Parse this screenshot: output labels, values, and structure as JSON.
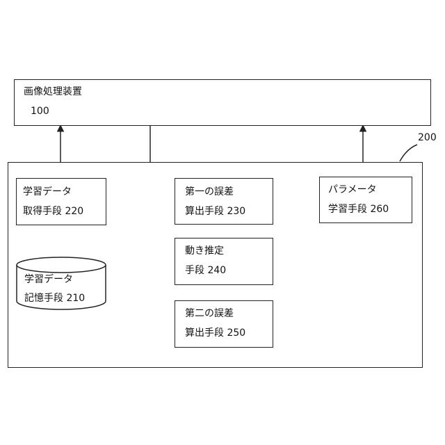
{
  "apparatus": {
    "title": "画像処理装置",
    "number": "100"
  },
  "system": {
    "number": "200"
  },
  "blocks": {
    "acquire": {
      "line1": "学習データ",
      "line2": "取得手段 220"
    },
    "storage": {
      "line1": "学習データ",
      "line2": "記憶手段 210"
    },
    "err1": {
      "line1": "第一の誤差",
      "line2": "算出手段 230"
    },
    "motion": {
      "line1": "動き推定",
      "line2": "手段 240"
    },
    "err2": {
      "line1": "第二の誤差",
      "line2": "算出手段 250"
    },
    "param": {
      "line1": "パラメータ",
      "line2": "学習手段 260"
    }
  }
}
